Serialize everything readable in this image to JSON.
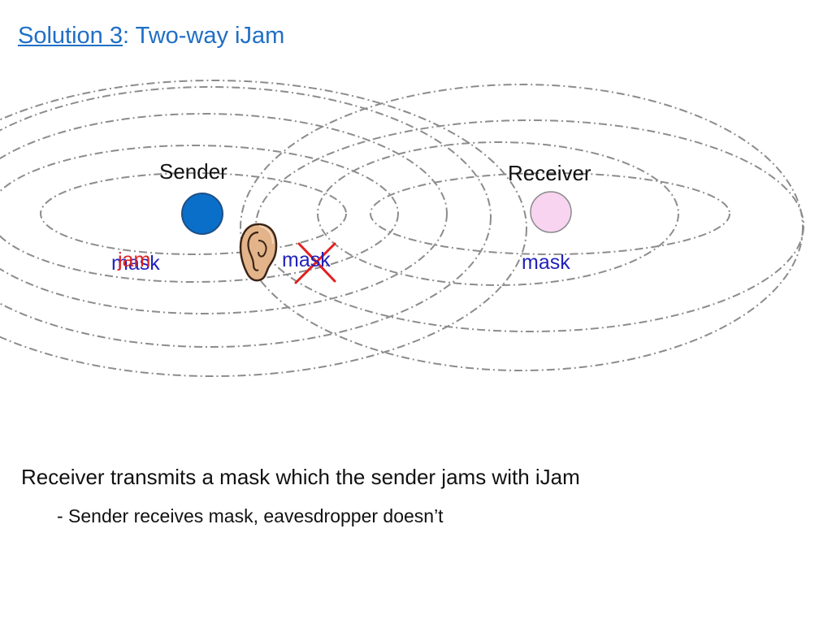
{
  "title": {
    "link_text": "Solution 3",
    "rest_text": ": Two-way iJam",
    "color": "#1f6fc5"
  },
  "diagram": {
    "sender_label": "Sender",
    "receiver_label": "Receiver",
    "sender_color": "#0a6fc8",
    "receiver_color": "#f8d4f0",
    "sender_mask_label": "mask",
    "sender_jam_label": "jam",
    "eavesdropper_mask_label": "mask",
    "receiver_mask_label": "mask",
    "eavesdropper_icon": "ear-icon",
    "cross_icon": "red-x-icon"
  },
  "body": {
    "line1": "Receiver transmits a mask which the sender jams with iJam",
    "line2": "- Sender receives mask, eavesdropper doesn’t"
  }
}
